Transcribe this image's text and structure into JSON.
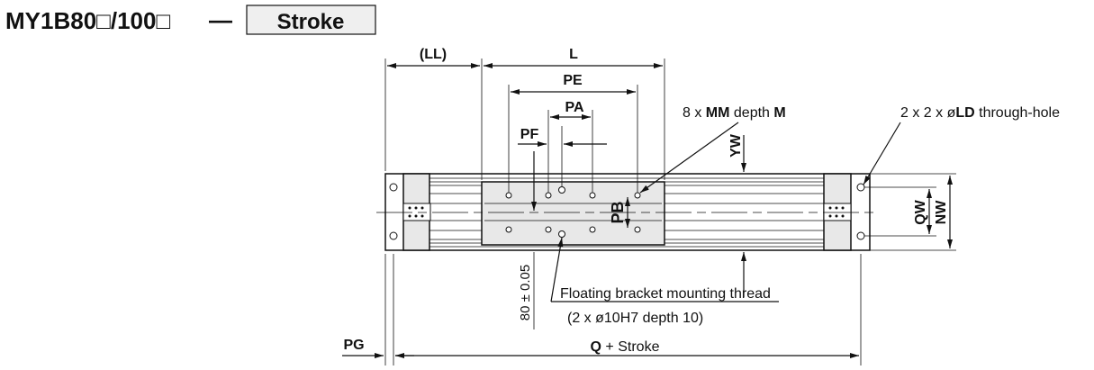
{
  "title": {
    "model": "MY1B80□/100□",
    "dash": "—",
    "stroke_box": "Stroke"
  },
  "dims": {
    "LL": "(LL)",
    "L": "L",
    "PE": "PE",
    "PA": "PA",
    "PF": "PF",
    "YW": "YW",
    "PB": "PB",
    "QW": "QW",
    "NW": "NW",
    "PG": "PG",
    "Q": "Q",
    "Q_suffix": " + Stroke",
    "tol": "80 ± 0.05"
  },
  "notes": {
    "mm_count": "8 x ",
    "mm": "MM",
    "mm_depth": " depth ",
    "mm_m": "M",
    "ld_count": "2 x 2 x ø",
    "ld": "LD",
    "ld_suffix": " through-hole",
    "float_line1": "Floating bracket mounting thread",
    "float_line2": "(2 x ø10H7 depth 10)"
  }
}
